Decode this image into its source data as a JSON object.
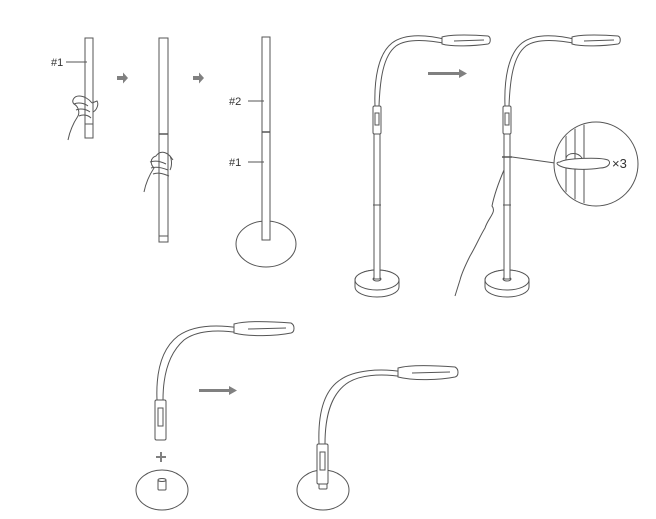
{
  "labels": {
    "tube1": "#1",
    "tube2": "#2",
    "tube1b": "#1",
    "multiplier": "×3"
  },
  "colors": {
    "line": "#555555",
    "arrow": "#808080",
    "fill": "#ffffff"
  }
}
